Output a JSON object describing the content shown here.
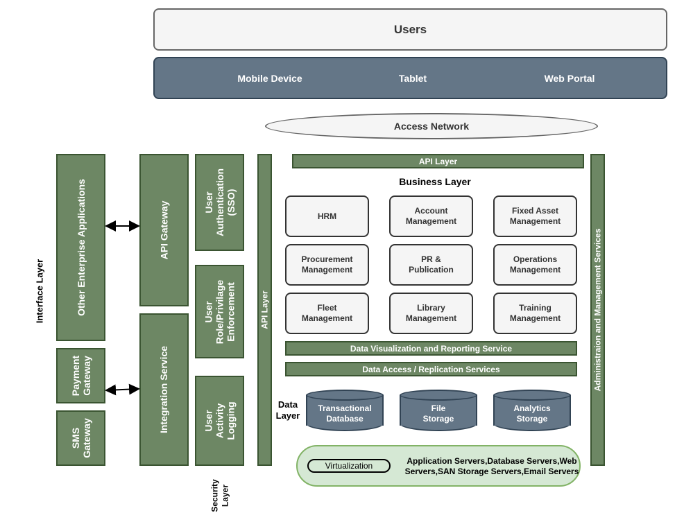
{
  "users": "Users",
  "devices": [
    "Mobile Device",
    "Tablet",
    "Web Portal"
  ],
  "access_network": "Access Network",
  "interface_layer": {
    "label": "Interface Layer",
    "other_apps": "Other Enterprise Applications",
    "payment_gateway": "Payment Gateway",
    "sms_gateway": "SMS Gateway"
  },
  "api_gateway": "API Gateway",
  "integration_service": "Integration Service",
  "security_layer": {
    "label": "Security Layer",
    "authentication": "User Authentication (SSO)",
    "role_privilege": "User Role/Privilage Enforcement",
    "activity_logging": "User Activity Logging"
  },
  "api_layer_vertical": "API Layer",
  "api_layer_top": "API Layer",
  "business_layer": {
    "title": "Business Layer",
    "modules": [
      "HRM",
      "Account Management",
      "Fixed Asset Management",
      "Procurement Management",
      "PR & Publication",
      "Operations Management",
      "Fleet Management",
      "Library Management",
      "Training Management"
    ]
  },
  "data_visualization": "Data Visualization and Reporting Service",
  "data_access": "Data Access / Replication Services",
  "data_layer": {
    "label": "Data Layer",
    "stores": [
      "Transactional Database",
      "File Storage",
      "Analytics Storage"
    ]
  },
  "virtualization": {
    "label": "Virtualization",
    "servers": "Application Servers,Database Servers,Web Servers,SAN Storage Servers,Email Servers"
  },
  "admin_services": "Administraion and Management Services",
  "colors": {
    "green": "#6d8764",
    "slate": "#647687",
    "light_green": "#d5e8d4"
  }
}
